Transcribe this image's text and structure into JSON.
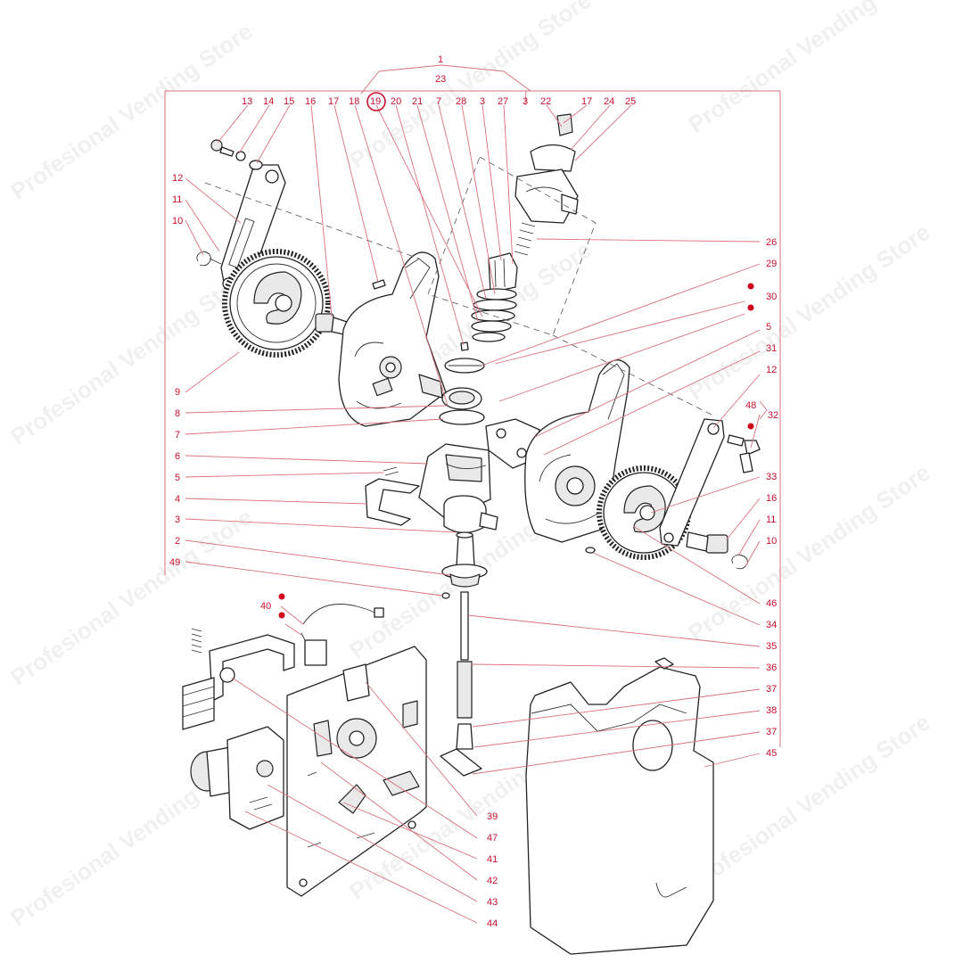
{
  "watermark": "Profesional Vending Store",
  "colors": {
    "label": "#c8102e",
    "leader": "#d9707c",
    "dot": "#d0021b",
    "part_stroke": "#222222"
  },
  "highlighted_label": "19",
  "labels": {
    "n1": "1",
    "n23": "23",
    "n13": "13",
    "n14": "14",
    "n15": "15",
    "n16": "16",
    "n17a": "17",
    "n18": "18",
    "n19": "19",
    "n20": "20",
    "n21": "21",
    "n7a": "7",
    "n28": "28",
    "n3a": "3",
    "n27": "27",
    "n3b": "3",
    "n22": "22",
    "n17b": "17",
    "n24": "24",
    "n25": "25",
    "n12a": "12",
    "n11a": "11",
    "n10a": "10",
    "n9": "9",
    "n8": "8",
    "n7b": "7",
    "n6": "6",
    "n5a": "5",
    "n4": "4",
    "n3c": "3",
    "n2": "2",
    "n49": "49",
    "n40": "40",
    "n26": "26",
    "n29": "29",
    "n30": "30",
    "n5b": "5",
    "n31": "31",
    "n12b": "12",
    "n48": "48",
    "n32": "32",
    "n33": "33",
    "n16b": "16",
    "n11b": "11",
    "n10b": "10",
    "n46": "46",
    "n34": "34",
    "n35": "35",
    "n36": "36",
    "n37a": "37",
    "n38": "38",
    "n37b": "37",
    "n45": "45",
    "n39": "39",
    "n47": "47",
    "n41": "41",
    "n42": "42",
    "n43": "43",
    "n44": "44"
  }
}
